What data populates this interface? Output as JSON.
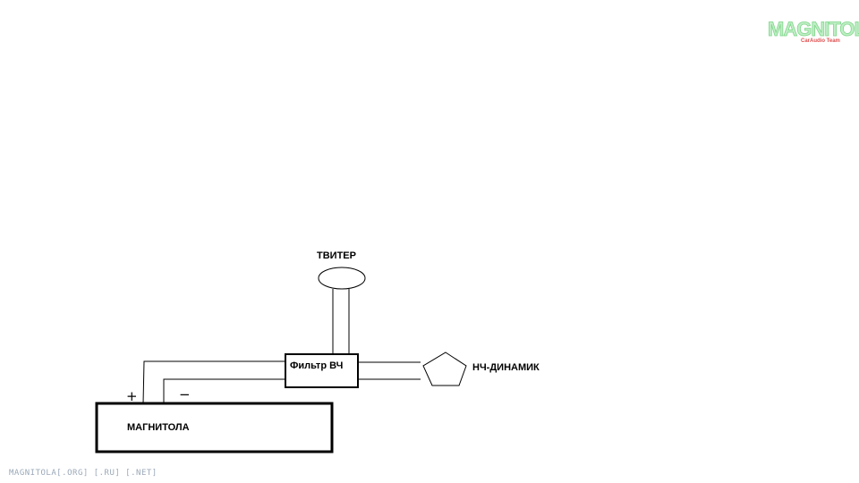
{
  "watermark": {
    "logo_text": "MAGNITOLA",
    "logo_sub": "CarAudio Team",
    "footer": "MAGNITOLA[.ORG] [.RU] [.NET]",
    "colors": {
      "logo_green": "#7fd68a",
      "logo_red": "#e05050"
    }
  },
  "nodes": {
    "tweeter": "ТВИТЕР",
    "hp_filter": "Фильтр ВЧ",
    "woofer": "НЧ-ДИНАМИК",
    "head_unit": "МАГНИТОЛА"
  },
  "terminals": {
    "plus": "+",
    "minus": "−"
  }
}
